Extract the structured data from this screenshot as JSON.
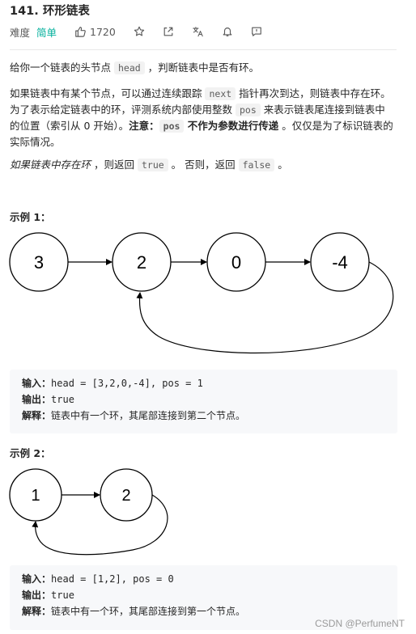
{
  "problem": {
    "title": "141. 环形链表",
    "difficulty_label": "难度",
    "difficulty": "简单",
    "likes": "1720"
  },
  "icons": [
    "thumbs-up-icon",
    "star-icon",
    "share-icon",
    "translate-icon",
    "bell-icon",
    "feedback-icon"
  ],
  "description": {
    "p1_a": "给你一个链表的头节点 ",
    "p1_code": "head",
    "p1_b": " ，判断链表中是否有环。",
    "p2_a": "如果链表中有某个节点，可以通过连续跟踪 ",
    "p2_code1": "next",
    "p2_b": " 指针再次到达，则链表中存在环。 为了表示给定链表中的环，评测系统内部使用整数 ",
    "p2_code2": "pos",
    "p2_c": " 来表示链表尾连接到链表中的位置（索引从 0 开始）。",
    "p2_note": "注意：",
    "p2_code3": "pos",
    "p2_bold": " 不作为参数进行传递",
    "p2_d": " 。仅仅是为了标识链表的实际情况。",
    "p3_italic": "如果链表中存在环",
    "p3_a": " ，则返回 ",
    "p3_code1": "true",
    "p3_b": " 。 否则，返回 ",
    "p3_code2": "false",
    "p3_c": " 。"
  },
  "example1": {
    "label": "示例 1：",
    "nodes": [
      "3",
      "2",
      "0",
      "-4"
    ],
    "input_label": "输入：",
    "input": "head = [3,2,0,-4], pos = 1",
    "output_label": "输出：",
    "output": "true",
    "explain_label": "解释：",
    "explain": "链表中有一个环，其尾部连接到第二个节点。"
  },
  "example2": {
    "label": "示例 2：",
    "nodes": [
      "1",
      "2"
    ],
    "input_label": "输入：",
    "input": "head = [1,2], pos = 0",
    "output_label": "输出：",
    "output": "true",
    "explain_label": "解释：",
    "explain": "链表中有一个环，其尾部连接到第一个节点。"
  },
  "watermark": "CSDN @PerfumeNT",
  "colors": {
    "accent_easy": "#00af9b",
    "code_bg": "#f2f2f2",
    "pre_bg": "#f7f8fa"
  }
}
